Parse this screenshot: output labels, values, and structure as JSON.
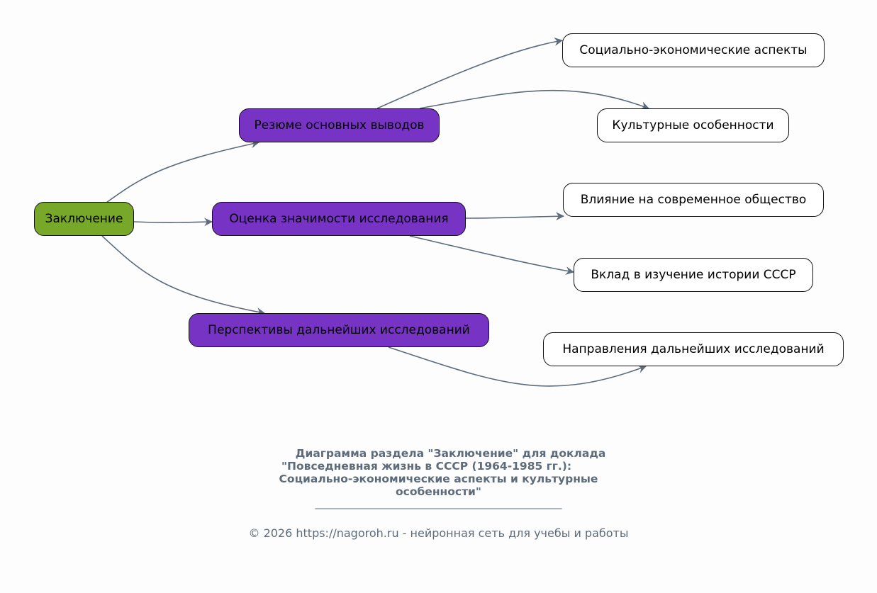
{
  "colors": {
    "root": "#77a82a",
    "branch": "#7733c4",
    "leaf": "#ffffff",
    "edge": "#5d6b7a",
    "caption": "#5d6b7a"
  },
  "nodes": {
    "root": "Заключение",
    "branch_summary": "Резюме основных выводов",
    "branch_evaluation": "Оценка значимости исследования",
    "branch_prospects": "Перспективы дальнейших исследований",
    "leaf_socioeconomic": "Социально-экономические аспекты",
    "leaf_cultural": "Культурные особенности",
    "leaf_influence": "Влияние на современное общество",
    "leaf_contribution": "Вклад в изучение истории СССР",
    "leaf_directions": "Направления дальнейших исследований"
  },
  "edges": [
    {
      "from": "root",
      "to": "branch_summary"
    },
    {
      "from": "root",
      "to": "branch_evaluation"
    },
    {
      "from": "root",
      "to": "branch_prospects"
    },
    {
      "from": "branch_summary",
      "to": "leaf_socioeconomic"
    },
    {
      "from": "branch_summary",
      "to": "leaf_cultural"
    },
    {
      "from": "branch_evaluation",
      "to": "leaf_influence"
    },
    {
      "from": "branch_evaluation",
      "to": "leaf_contribution"
    },
    {
      "from": "branch_prospects",
      "to": "leaf_directions"
    }
  ],
  "caption": {
    "title_lines": [
      "Диаграмма раздела \"Заключение\" для доклада",
      "\"Повседневная жизнь в СССР (1964-1985 гг.):",
      "Социально-экономические аспекты и культурные",
      "особенности\""
    ],
    "rule": "________________________________________________",
    "footer": "© 2026 https://nagoroh.ru - нейронная сеть для учебы и работы"
  }
}
